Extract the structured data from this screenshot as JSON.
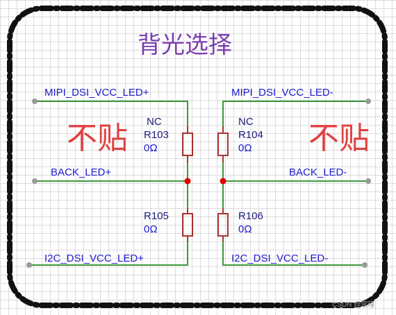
{
  "title": "背光选择",
  "nets": {
    "top_left": "MIPI_DSI_VCC_LED+",
    "top_right": "MIPI_DSI_VCC_LED-",
    "mid_left": "BACK_LED+",
    "mid_right": "BACK_LED-",
    "bot_left": "I2C_DSI_VCC_LED+",
    "bot_right": "I2C_DSI_VCC_LED-"
  },
  "resistors": {
    "r103": {
      "nc": "NC",
      "ref": "R103",
      "value": "0Ω"
    },
    "r104": {
      "nc": "NC",
      "ref": "R104",
      "value": "0Ω"
    },
    "r105": {
      "ref": "R105",
      "value": "0Ω"
    },
    "r106": {
      "ref": "R106",
      "value": "0Ω"
    }
  },
  "notes": {
    "left": "不贴",
    "right": "不贴"
  },
  "watermark": "CSDN @宫瑾",
  "colors": {
    "wire": "#3a9a3a",
    "resistor": "#a83232",
    "net_label": "#1a1acc",
    "title": "#7b3fb0",
    "note": "#e04040",
    "junction": "#e00000"
  }
}
